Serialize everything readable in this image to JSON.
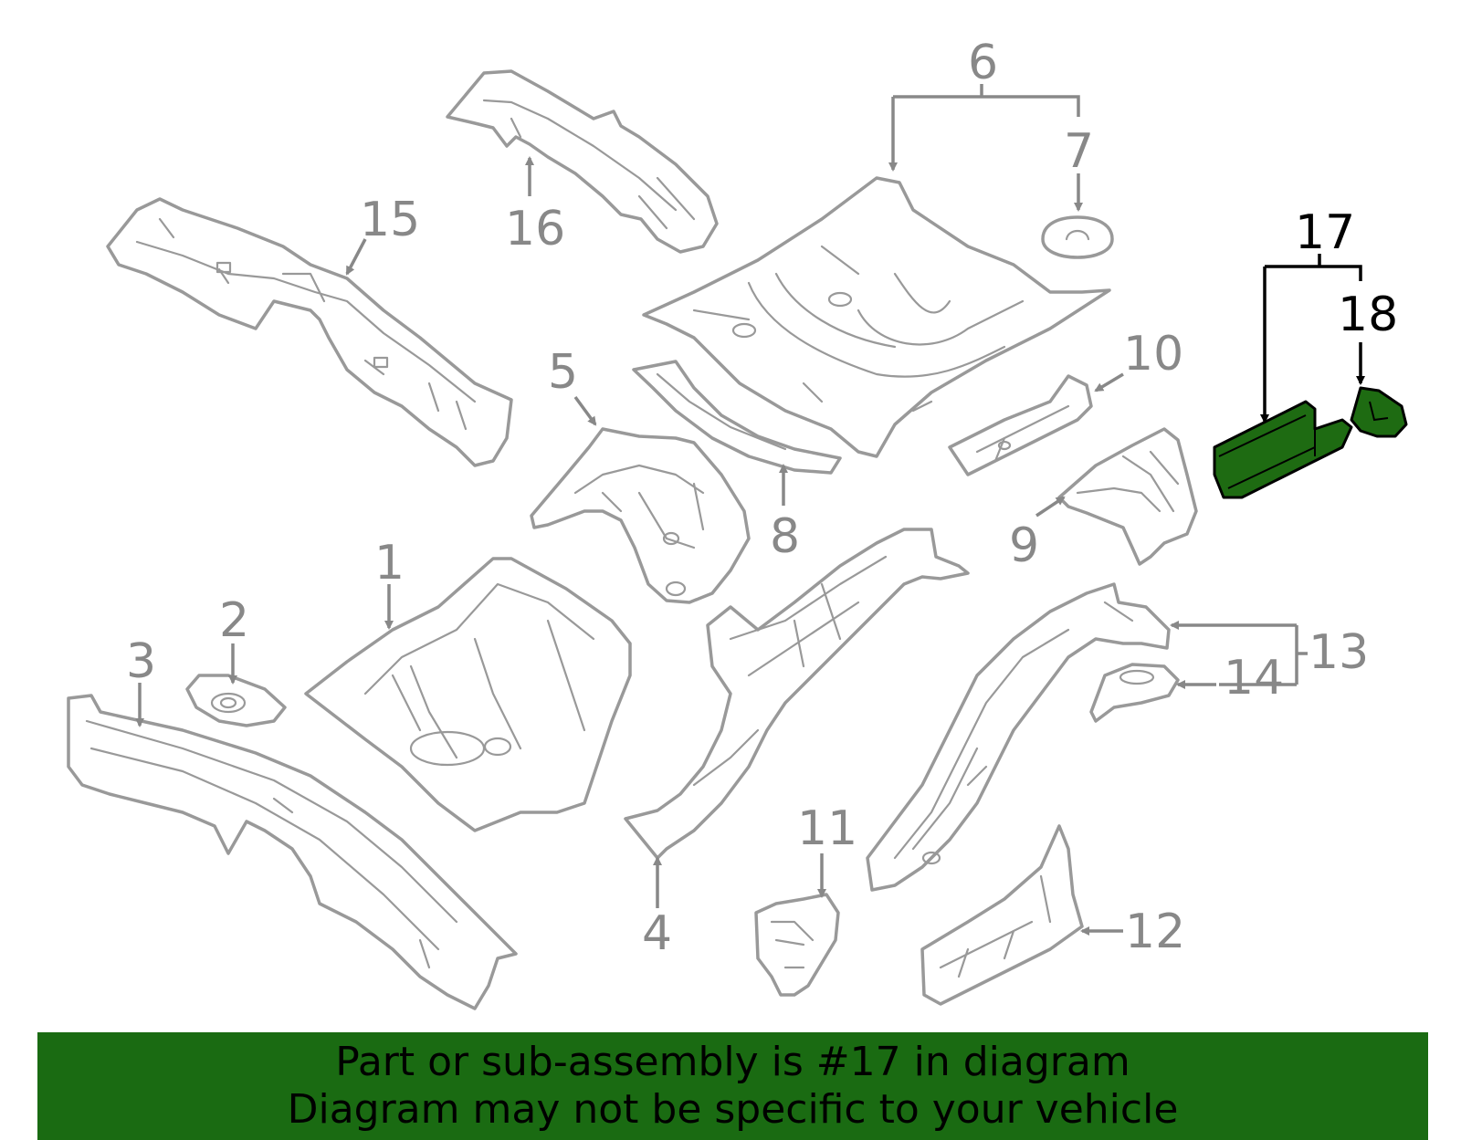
{
  "callouts": {
    "c1": "1",
    "c2": "2",
    "c3": "3",
    "c4": "4",
    "c5": "5",
    "c6": "6",
    "c7": "7",
    "c8": "8",
    "c9": "9",
    "c10": "10",
    "c11": "11",
    "c12": "12",
    "c13": "13",
    "c14": "14",
    "c15": "15",
    "c16": "16",
    "c17": "17",
    "c18": "18"
  },
  "highlight": {
    "part_number": "17",
    "color": "#1a6b12"
  },
  "banner": {
    "line1": "Part or sub-assembly is #17 in diagram",
    "line2": "Diagram may not be specific to your vehicle"
  }
}
